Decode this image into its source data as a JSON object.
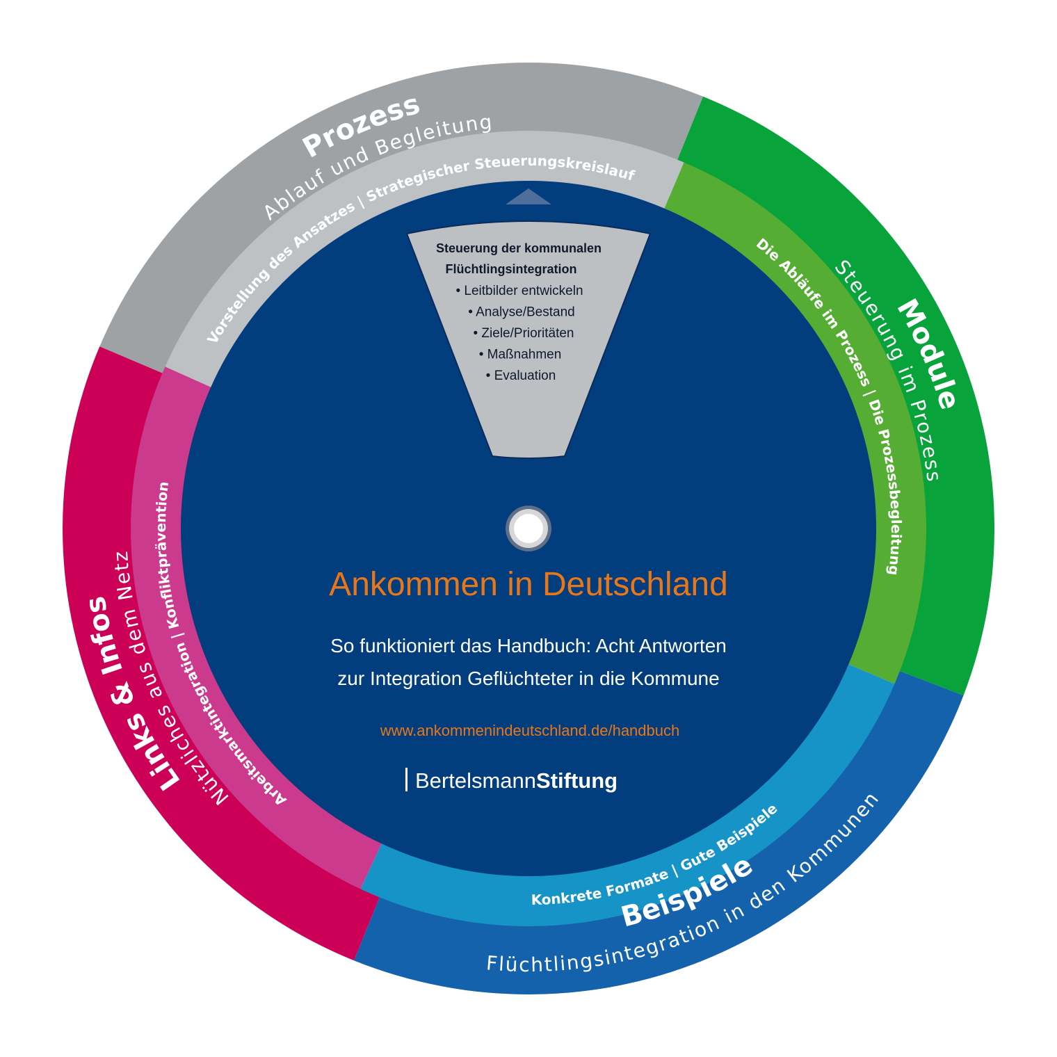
{
  "colors": {
    "background": "#ffffff",
    "center": "#023d7e",
    "window": "#bcc0c3",
    "pointer": "#4e6f9c",
    "accent_orange": "#e8771a"
  },
  "segments": [
    {
      "id": "prozess",
      "title": "Prozess",
      "subtitle": "Ablauf und Begleitung",
      "inner": "Vorstellung des Ansatzes | Strategischer Steuerungskreislauf",
      "outer_color": "#9fa2a5",
      "inner_color": "#bdc1c4"
    },
    {
      "id": "module",
      "title": "Module",
      "subtitle": "Steuerung im Prozess",
      "inner": "Die Abläufe im Prozess | Die Prozessbegleitung",
      "outer_color": "#08a33a",
      "inner_color": "#55ad34"
    },
    {
      "id": "beispiele",
      "title": "Beispiele",
      "subtitle": "Flüchtlingsintegration in den Kommunen",
      "inner": "Konkrete Formate | Gute Beispiele",
      "outer_color": "#1362ab",
      "inner_color": "#1694c8"
    },
    {
      "id": "links",
      "title": "Links & Infos",
      "subtitle": "Nützliches aus dem Netz",
      "inner": "Arbeitsmarktintegration | Konfliktprävention",
      "outer_color": "#cc0056",
      "inner_color": "#cb3a8c"
    }
  ],
  "window": {
    "heading1": "Steuerung der kommunalen",
    "heading2": "Flüchtlingsintegration",
    "items": [
      "Leitbilder entwickeln",
      "Analyse/Bestand",
      "Ziele/Prioritäten",
      "Maßnahmen",
      "Evaluation"
    ]
  },
  "center": {
    "title": "Ankommen in Deutschland",
    "line1": "So funktioniert das Handbuch: Acht Antworten",
    "line2": "zur Integration Geflüchteter in die Kommune",
    "url": "www.ankommenindeutschland.de/handbuch",
    "logo_regular": "Bertelsmann",
    "logo_bold": "Stiftung"
  }
}
